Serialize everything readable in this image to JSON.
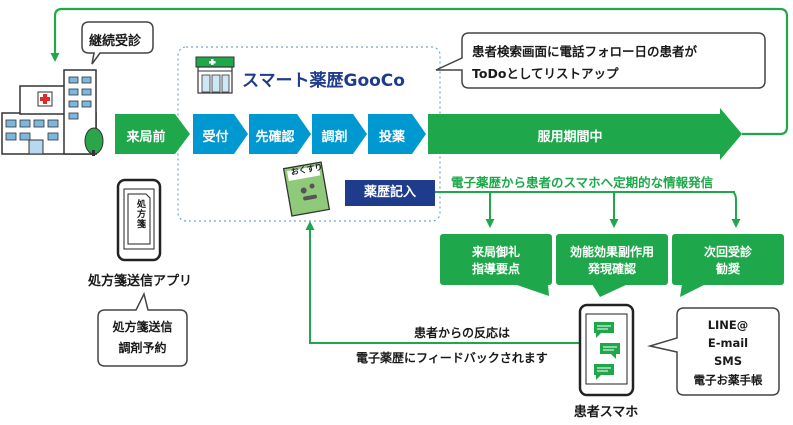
{
  "app_title": "スマート薬歴GooCo",
  "hospital_callout": "継続受診",
  "todo_callout": {
    "line1": "患者検索画面に電話フォロー日の患者が",
    "line2": "ToDoとしてリストアップ"
  },
  "flow": {
    "raikyoku": "来局前",
    "steps": [
      "受付",
      "先確認",
      "調剤",
      "投薬"
    ],
    "period": "服用期間中"
  },
  "yakureki_kinyu": "薬歴記入",
  "medicine_bag": "おくすり",
  "info_send": "電子薬歴から患者のスマホへ定期的な情報発信",
  "boxes": [
    {
      "line1": "来局御礼",
      "line2": "指導要点"
    },
    {
      "line1": "効能効果副作用",
      "line2": "発現確認"
    },
    {
      "line1": "次回受診",
      "line2": "勧奨"
    }
  ],
  "phone_left": {
    "screen_label": "処方箋",
    "caption": "処方箋送信アプリ",
    "callout_line1": "処方箋送信",
    "callout_line2": "調剤予約"
  },
  "feedback": {
    "line1": "患者からの反応は",
    "line2": "電子薬歴にフィードバックされます"
  },
  "phone_right": {
    "caption": "患者スマホ",
    "channels": [
      "LINE@",
      "E-mail",
      "SMS",
      "電子お薬手帳"
    ]
  },
  "colors": {
    "green": "#1fa84b",
    "blue": "#0098d0",
    "navy": "#1f3c8c"
  }
}
